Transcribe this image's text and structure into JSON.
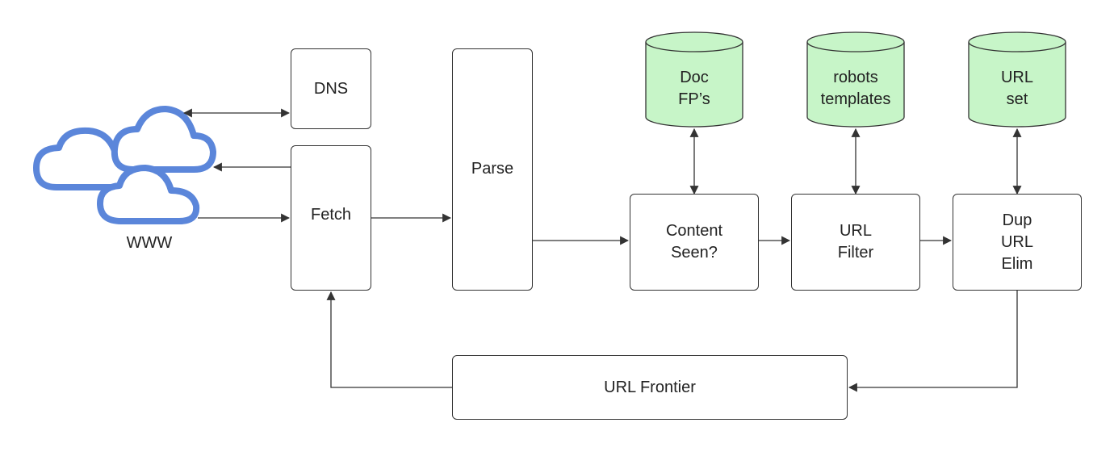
{
  "nodes": {
    "dns": {
      "label": "DNS"
    },
    "fetch": {
      "label": "Fetch"
    },
    "parse": {
      "label": "Parse"
    },
    "content_seen": {
      "lines": [
        "Content",
        "Seen?"
      ]
    },
    "url_filter": {
      "lines": [
        "URL",
        "Filter"
      ]
    },
    "dup_url_elim": {
      "lines": [
        "Dup",
        "URL",
        "Elim"
      ]
    },
    "url_frontier": {
      "label": "URL Frontier"
    }
  },
  "stores": {
    "doc_fps": {
      "lines": [
        "Doc",
        "FP’s"
      ]
    },
    "robots_templates": {
      "lines": [
        "robots",
        "templates"
      ]
    },
    "url_set": {
      "lines": [
        "URL",
        "set"
      ]
    }
  },
  "www": {
    "label": "WWW",
    "icon": "cloud-icon"
  },
  "colors": {
    "store_fill": "#c7f5c8",
    "cloud_stroke": "#5b86da",
    "line": "#333333"
  }
}
